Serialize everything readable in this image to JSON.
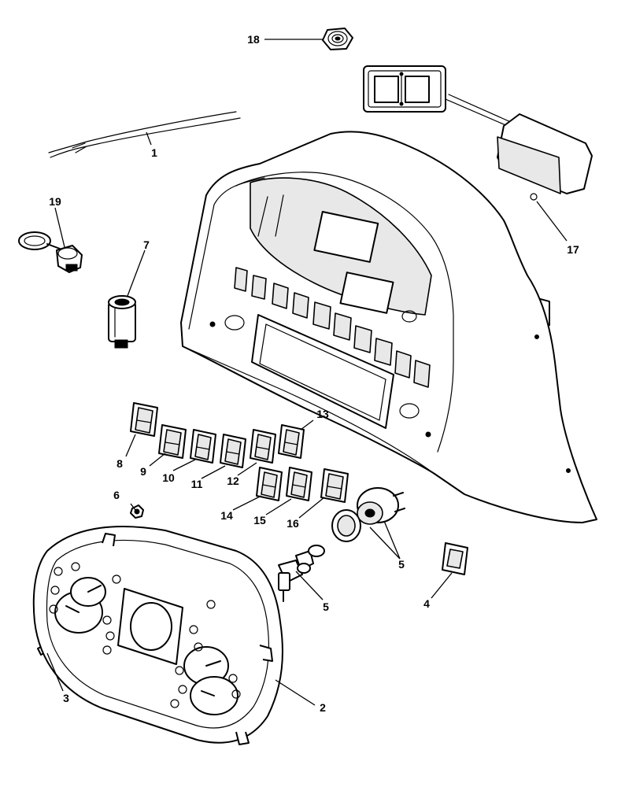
{
  "callouts": {
    "c1": "1",
    "c2": "2",
    "c3": "3",
    "c4": "4",
    "c5a": "5",
    "c5b": "5",
    "c6": "6",
    "c7": "7",
    "c8": "8",
    "c9": "9",
    "c10": "10",
    "c11": "11",
    "c12": "12",
    "c13": "13",
    "c14": "14",
    "c15": "15",
    "c16": "16",
    "c17": "17",
    "c18": "18",
    "c19": "19"
  },
  "colors": {
    "line": "#000000",
    "background": "#ffffff",
    "shade": "#e8e8e8"
  }
}
